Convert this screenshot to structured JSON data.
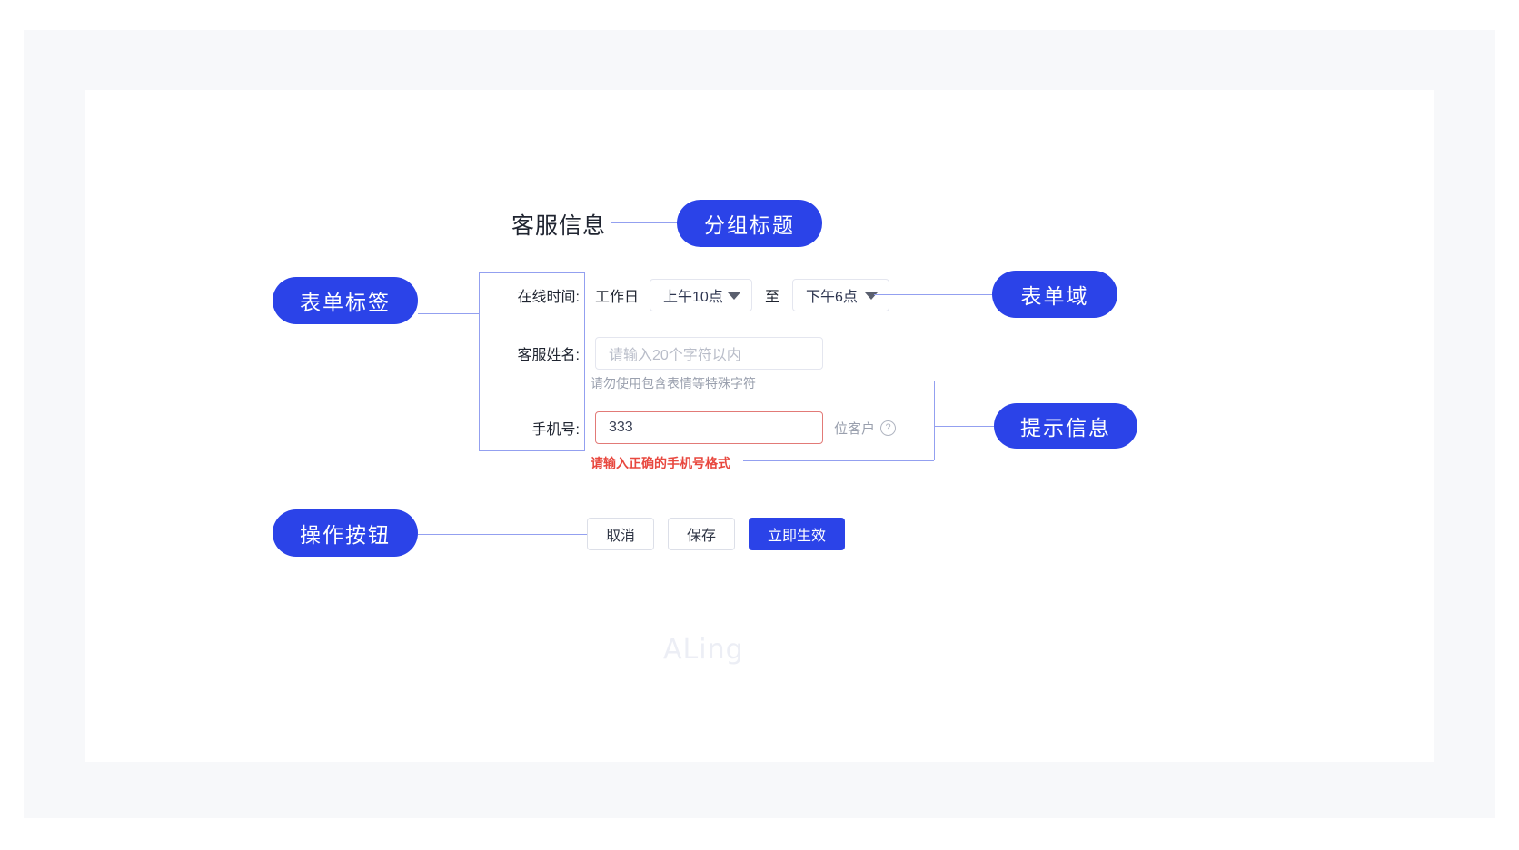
{
  "annotations": {
    "group_title": "分组标题",
    "form_label": "表单标签",
    "form_field": "表单域",
    "tip_info": "提示信息",
    "action_buttons": "操作按钮"
  },
  "form": {
    "title": "客服信息",
    "rows": {
      "online_time": {
        "label": "在线时间:",
        "prefix_text": "工作日",
        "start_value": "上午10点",
        "separator": "至",
        "end_value": "下午6点"
      },
      "agent_name": {
        "label": "客服姓名:",
        "placeholder": "请输入20个字符以内",
        "helper": "请勿使用包含表情等特殊字符"
      },
      "phone": {
        "label": "手机号:",
        "value": "333",
        "suffix": "位客户",
        "suffix_icon": "question-circle-icon",
        "error": "请输入正确的手机号格式"
      }
    },
    "buttons": {
      "cancel": "取消",
      "save": "保存",
      "apply": "立即生效"
    }
  },
  "watermark": "ALing",
  "colors": {
    "accent": "#2b43e8",
    "connector": "#93a0f0",
    "error": "#e8483f",
    "error_border": "#e27a77",
    "panel_bg": "#f7f8fa",
    "card_bg": "#ffffff",
    "placeholder": "#b9bdc9"
  }
}
